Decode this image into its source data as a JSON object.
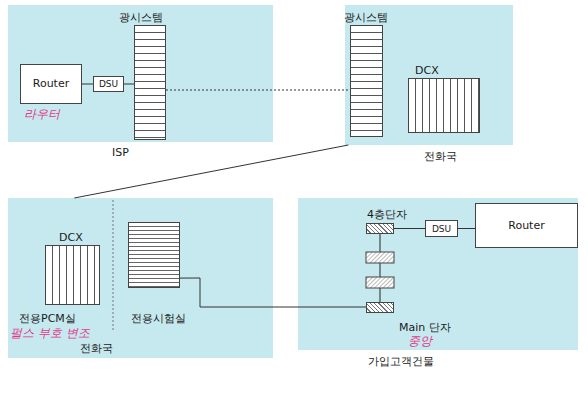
{
  "diagram": {
    "nodes": [
      {
        "text": [
          "ISP"
        ]
      },
      {
        "text": [
          "Router"
        ],
        "in": 0
      },
      {
        "text": [
          "DSU"
        ],
        "in": 0
      },
      {
        "text": [
          "광시스템"
        ],
        "in": 0
      },
      {
        "text": [
          "전화국"
        ]
      },
      {
        "text": [
          "광시스템"
        ],
        "in": 4
      },
      {
        "text": [
          "DCX"
        ],
        "in": 4
      },
      {
        "text": [
          "전화국"
        ]
      },
      {
        "text": [
          "DCX",
          "전용PCM실"
        ],
        "in": 7
      },
      {
        "text": [
          "전용시험실"
        ],
        "in": 7
      },
      {
        "text": [
          "가입고객건물"
        ]
      },
      {
        "text": [
          "4층단자"
        ],
        "in": 10
      },
      {
        "text": [
          "DSU"
        ],
        "in": 10
      },
      {
        "text": [
          "Router"
        ],
        "in": 10
      },
      {
        "text": [
          "Main 단자"
        ],
        "in": 10
      }
    ],
    "edges": [
      {
        "from": 1,
        "to": 2,
        "arrow": "none"
      },
      {
        "from": 2,
        "to": 3,
        "arrow": "none"
      },
      {
        "from": 3,
        "to": 5,
        "arrow": "none"
      },
      {
        "from": 4,
        "to": 7,
        "arrow": "none"
      },
      {
        "from": 9,
        "to": 14,
        "arrow": "none"
      },
      {
        "from": 11,
        "to": 12,
        "arrow": "none"
      },
      {
        "from": 12,
        "to": 13,
        "arrow": "none"
      }
    ],
    "labels": [
      "라우터",
      "펄스 부호 변조",
      "중앙"
    ]
  }
}
